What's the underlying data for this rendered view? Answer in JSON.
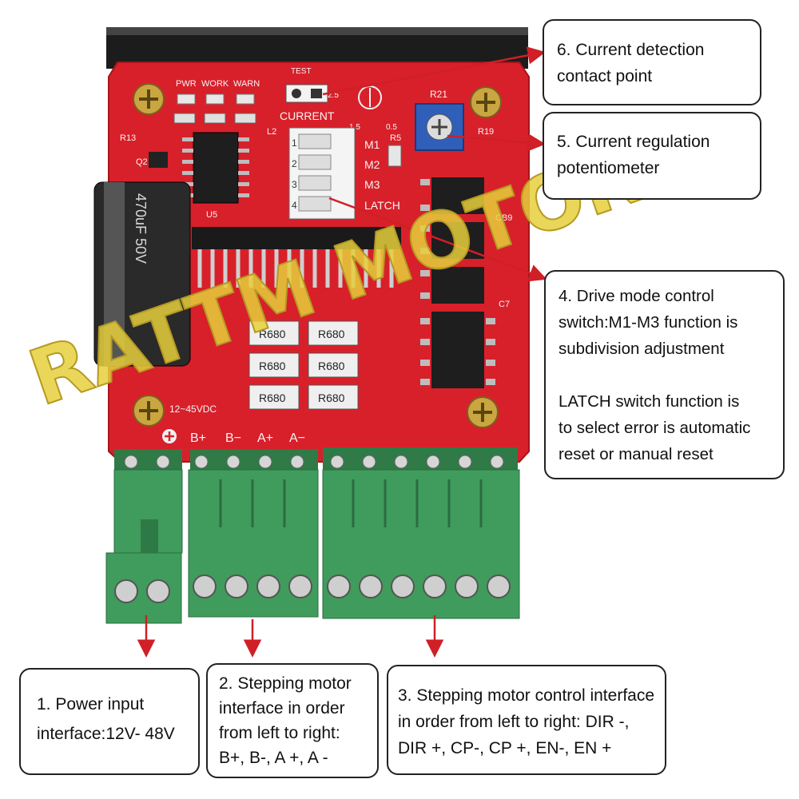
{
  "board": {
    "led_labels": [
      "PWR",
      "WORK",
      "WARN"
    ],
    "current_label": "CURRENT",
    "current_scale": [
      "2.5",
      "1.5",
      "0.5"
    ],
    "dip_labels": [
      "M1",
      "M2",
      "M3",
      "LATCH"
    ],
    "dip_numbers": [
      "1",
      "2",
      "3",
      "4"
    ],
    "ref_r21": "R21",
    "ref_r19": "R19",
    "ref_u5": "U5",
    "ref_q2": "Q2",
    "ref_r13": "R13",
    "ref_l2": "L2",
    "ref_r5": "R5",
    "ref_cb9": "CB9",
    "ref_c7": "C7",
    "capacitor_label": "470uF 50V",
    "resistor_value": "R680",
    "voltage_label": "12~45VDC",
    "motor_terminals": [
      "B+",
      "B−",
      "A+",
      "A−"
    ],
    "watermark": "RATTM MOTOR"
  },
  "callouts": {
    "c6": [
      "6. Current detection",
      "contact point"
    ],
    "c5": [
      "5. Current regulation",
      "potentiometer"
    ],
    "c4": [
      "4. Drive mode control",
      "switch:M1-M3 function is",
      "subdivision adjustment"
    ],
    "c4b": [
      "LATCH switch function is",
      "to select error is automatic",
      "reset or manual reset"
    ],
    "c1": [
      "1. Power input",
      "interface:12V- 48V"
    ],
    "c2": [
      "2. Stepping motor",
      "interface in order",
      "from left to right:",
      "B+, B-, A +, A -"
    ],
    "c3": [
      "3. Stepping motor control interface",
      "in order from left to right: DIR -,",
      "DIR +, CP-, CP +, EN-, EN +"
    ]
  },
  "colors": {
    "pcb": "#d8202a",
    "heatsink": "#1c1c1c",
    "terminal": "#3f9c5c",
    "arrow": "#d01f26",
    "watermark": "#e6cf3c"
  }
}
